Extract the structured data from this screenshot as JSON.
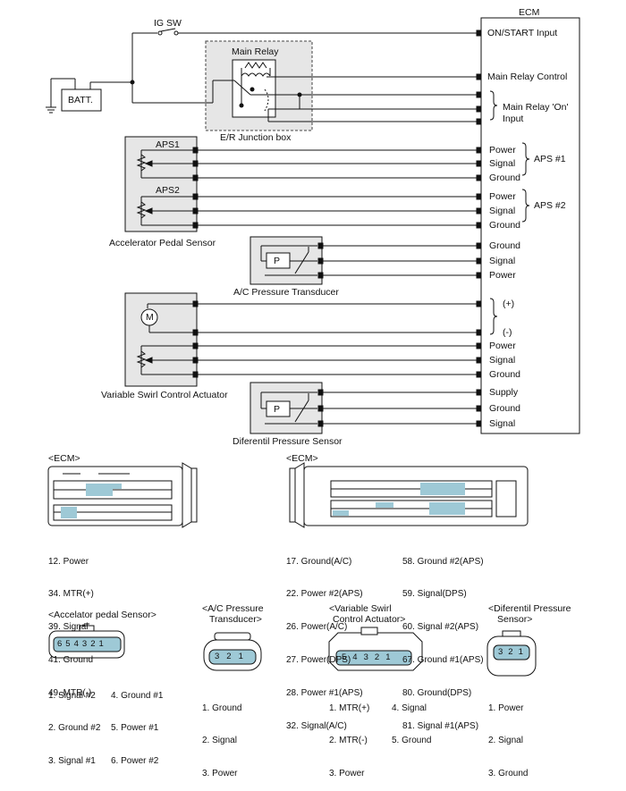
{
  "labels": {
    "ig_sw": "IG SW",
    "ecm": "ECM",
    "main_relay": "Main Relay",
    "batt": "BATT.",
    "er_junction": "E/R Junction box",
    "aps1": "APS1",
    "aps2": "APS2",
    "accel_pedal_sensor": "Accelerator Pedal Sensor",
    "ac_pressure_transducer": "A/C Pressure Transducer",
    "vsca": "Variable Swirl Control Actuator",
    "diff_pressure_sensor": "Diferentil Pressure Sensor",
    "p_glyph": "P",
    "m_glyph": "M"
  },
  "ecm_pins": [
    "ON/START Input",
    "Main Relay Control",
    "Main Relay 'On'",
    "Input",
    "Power",
    "Signal",
    "Ground",
    "Power",
    "Signal",
    "Ground",
    "Ground",
    "Signal",
    "Power",
    "(+)",
    "(-)",
    "Power",
    "Signal",
    "Ground",
    "Supply",
    "Ground",
    "Signal"
  ],
  "groups": {
    "aps1": "APS #1",
    "aps2": "APS #2"
  },
  "connectors": {
    "ecm_left": {
      "title": "<ECM>",
      "pins": [
        "12. Power",
        "34. MTR(+)",
        "39. Signal",
        "41. Ground",
        "49. MTR(-)"
      ]
    },
    "ecm_right": {
      "title": "<ECM>",
      "pins_col1": [
        "17. Ground(A/C)",
        "22. Power #2(APS)",
        "26. Power(A/C)",
        "27. Power(DPS)",
        "28. Power #1(APS)",
        "32. Signal(A/C)"
      ],
      "pins_col2": [
        "58. Ground #2(APS)",
        "59. Signal(DPS)",
        "60. Signal #2(APS)",
        "67. Ground #1(APS)",
        "80. Ground(DPS)",
        "81. Signal #1(APS)"
      ]
    },
    "accel_pedal": {
      "title": "<Accelator pedal Sensor>",
      "numbers": [
        "6",
        "5",
        "4",
        "3",
        "2",
        "1"
      ],
      "pins_col1": [
        "1. Signal #2",
        "2. Ground #2",
        "3. Signal #1"
      ],
      "pins_col2": [
        "4. Ground #1",
        "5. Power #1",
        "6. Power #2"
      ]
    },
    "ac_pressure": {
      "title1": "<A/C Pressure",
      "title2": "Transducer>",
      "numbers": [
        "3",
        "2",
        "1"
      ],
      "pins": [
        "1. Ground",
        "2. Signal",
        "3. Power"
      ]
    },
    "vsca": {
      "title1": "<Variable Swirl",
      "title2": "Control Actuator>",
      "numbers": [
        "5",
        "4",
        "3",
        "2",
        "1"
      ],
      "pins_col1": [
        "1. MTR(+)",
        "2. MTR(-)",
        "3. Power"
      ],
      "pins_col2": [
        "4. Signal",
        "5. Ground"
      ]
    },
    "diff_pressure": {
      "title1": "<Diferentil Pressure",
      "title2": "Sensor>",
      "numbers": [
        "3",
        "2",
        "1"
      ],
      "pins": [
        "1. Power",
        "2. Signal",
        "3. Ground"
      ]
    }
  },
  "colors": {
    "line": "#111111",
    "pin_highlight": "#9ec9d6",
    "box_dash": "#444444",
    "shade": "#e6e6e6"
  }
}
